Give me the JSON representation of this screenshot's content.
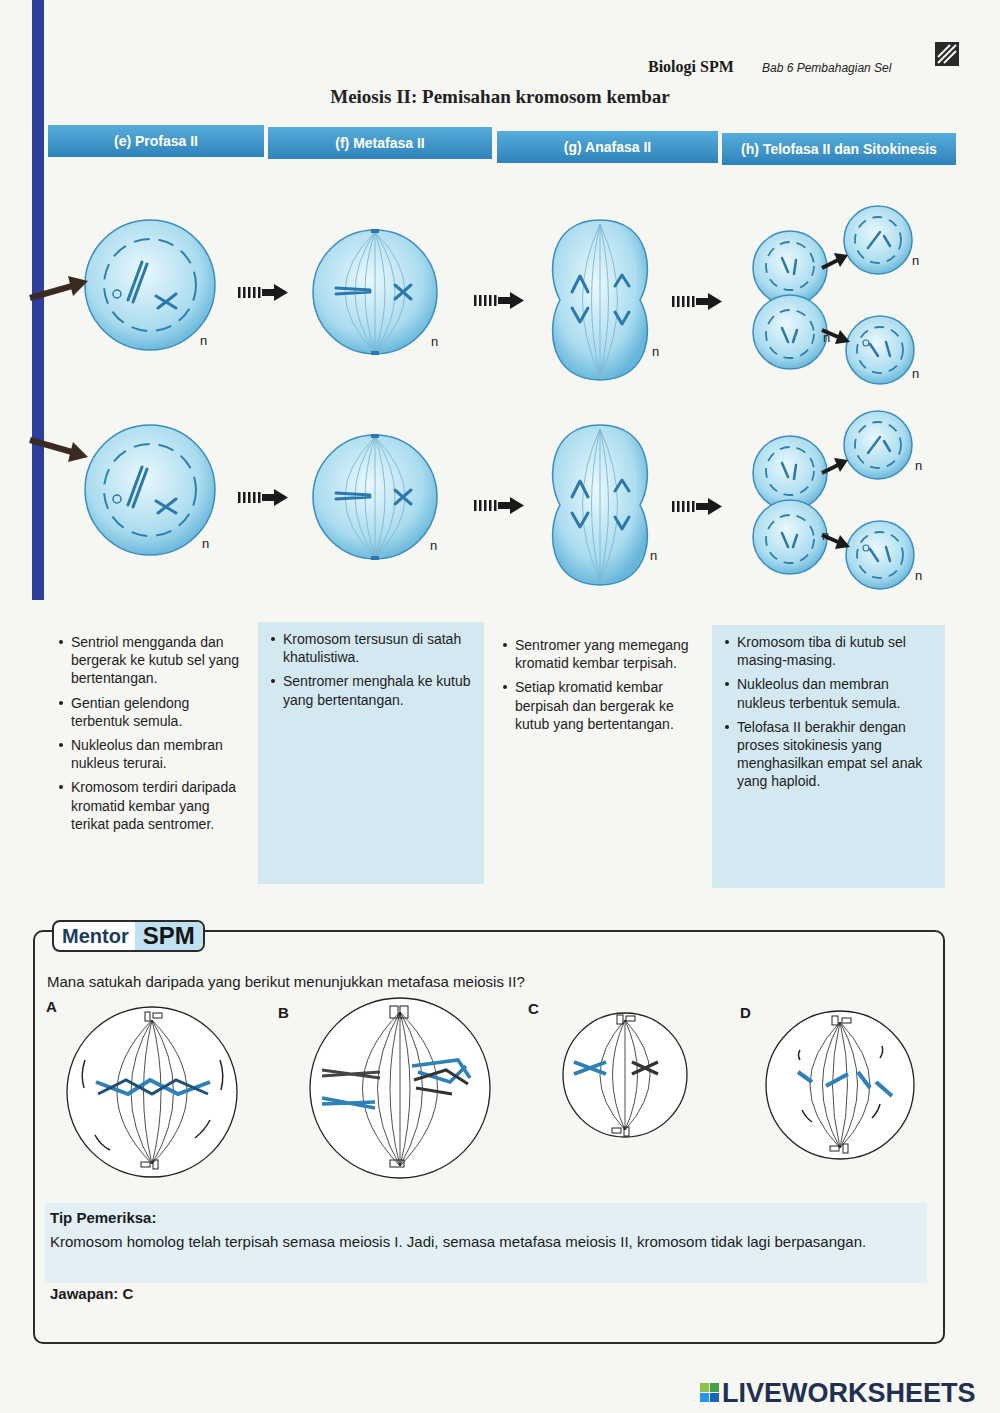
{
  "diagram": {
    "title": "Meiosis II: Pemisahan kromosom kembar",
    "nodes": [
      {
        "text": [
          "(e) Profasa II"
        ]
      },
      {
        "text": [
          "(f) Metafasa II"
        ]
      },
      {
        "text": [
          "(g) Anafasa II"
        ]
      },
      {
        "text": [
          "(h) Telofasa II dan Sitokinesis"
        ]
      },
      {
        "text": [
          "Sentriol mengganda dan bergerak ke kutub sel yang bertentangan.",
          "Gentian gelendong terbentuk semula.",
          "Nukleolus dan membran nukleus terurai.",
          "Kromosom terdiri daripada kromatid kembar yang terikat pada sentromer."
        ]
      },
      {
        "text": [
          "Kromosom tersusun di satah khatulistiwa.",
          "Sentromer menghala ke kutub yang bertentangan."
        ]
      },
      {
        "text": [
          "Sentromer yang memegang kromatid kembar terpisah.",
          "Setiap kromatid kembar berpisah dan bergerak ke kutub yang bertentangan."
        ]
      },
      {
        "text": [
          "Kromosom tiba di kutub sel masing-masing.",
          "Nukleolus dan membran nukleus terbentuk semula.",
          "Telofasa II berakhir dengan proses sitokinesis yang menghasilkan empat sel anak yang haploid."
        ]
      },
      {
        "text": [
          "Mana satukah daripada yang berikut menunjukkan metafasa meiosis II?",
          "Tip Pemeriksa:",
          "Kromosom homolog telah terpisah semasa meiosis I. Jadi, semasa metafasa meiosis II, kromosom tidak lagi berpasangan.",
          "Jawapan: C"
        ]
      },
      {
        "text": [
          "Mentor",
          "SPM"
        ],
        "in": 8
      }
    ],
    "labels": [
      "Biologi SPM",
      "Bab 6 Pembahagian Sel",
      "n",
      "n",
      "n",
      "n",
      "n",
      "n",
      "n",
      "n",
      "n",
      "n",
      "n",
      "n",
      "A",
      "B",
      "C",
      "D",
      "LIVEWORKSHEETS"
    ]
  }
}
